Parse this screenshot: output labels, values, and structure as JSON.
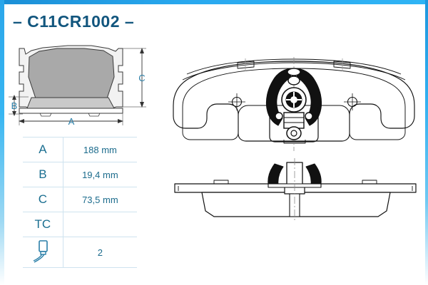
{
  "page": {
    "title": "– C11CR1002 –",
    "part_number": "C11CR1002",
    "accent_border_color": "#29a9ef",
    "title_color": "#12567e",
    "table_text_color": "#1b6b8c",
    "table_line_color": "#cfe3ef",
    "pad_fill_color": "#a9a9a9",
    "backing_fill_color": "#f2f2f2",
    "drawing_line_color": "#1a1a1a"
  },
  "dimension_labels": {
    "a": "A",
    "b": "B",
    "c": "C"
  },
  "spec_table": {
    "rows": [
      {
        "label": "A",
        "value": "188 mm",
        "icon": ""
      },
      {
        "label": "B",
        "value": "19,4 mm",
        "icon": ""
      },
      {
        "label": "C",
        "value": "73,5 mm",
        "icon": ""
      },
      {
        "label": "TC",
        "value": "",
        "icon": ""
      },
      {
        "label": "",
        "value": "2",
        "icon": "wear-sensor-icon"
      }
    ]
  },
  "views": {
    "front_view": "brake-pad-front-view",
    "side_view": "brake-pad-side-view",
    "assembly_front_view": "brake-pad-assembly-front-view",
    "assembly_edge_view": "brake-pad-assembly-edge-view"
  }
}
